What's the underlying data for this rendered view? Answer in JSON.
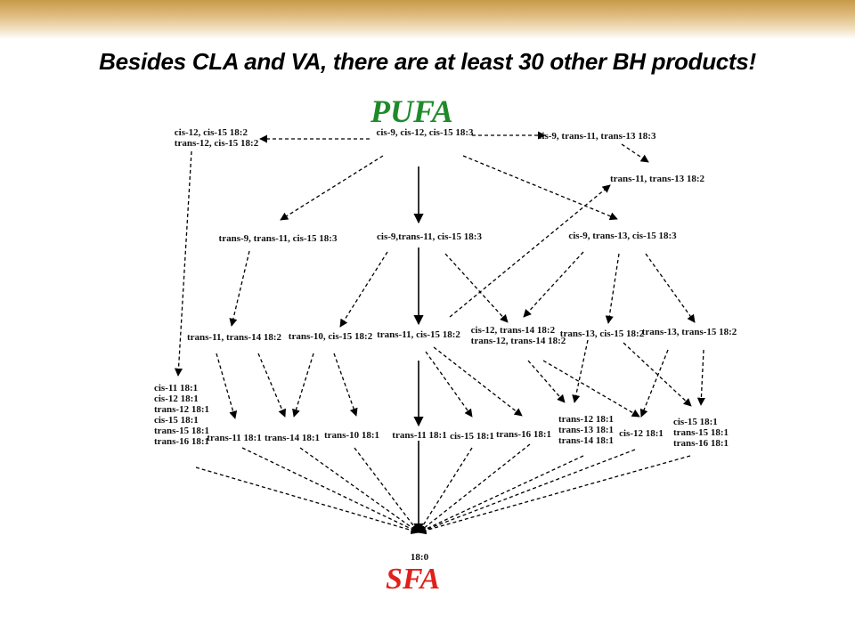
{
  "title": "Besides CLA and VA, there are at least 30 other BH products!",
  "pufa_label": "PUFA",
  "sfa_label": "SFA",
  "nodes": {
    "n_c12c15": [
      "cis-12, cis-15 18:2",
      "trans-12, cis-15 18:2"
    ],
    "n_root": [
      "cis-9, cis-12, cis-15 18:3"
    ],
    "n_c9t11t13": [
      "cis-9, trans-11, trans-13 18:3"
    ],
    "n_t11t13": [
      "trans-11, trans-13 18:2"
    ],
    "n_t9t11c15": [
      "trans-9, trans-11, cis-15 18:3"
    ],
    "n_c9t11c15": [
      "cis-9,trans-11, cis-15 18:3"
    ],
    "n_c9t13c15": [
      "cis-9, trans-13, cis-15 18:3"
    ],
    "n_t11t14": [
      "trans-11, trans-14 18:2"
    ],
    "n_t10c15": [
      "trans-10, cis-15 18:2"
    ],
    "n_t11c15": [
      "trans-11, cis-15 18:2"
    ],
    "n_c12t14": [
      "cis-12, trans-14 18:2",
      "trans-12, trans-14 18:2"
    ],
    "n_t13c15": [
      "trans-13, cis-15 18:2"
    ],
    "n_t13t15": [
      "trans-13, trans-15 18:2"
    ],
    "n_list1": [
      "cis-11 18:1",
      "cis-12 18:1",
      "trans-12 18:1",
      "cis-15 18:1",
      "trans-15 18:1",
      "trans-16 18:1"
    ],
    "n_t11a": [
      "trans-11 18:1"
    ],
    "n_t14": [
      "trans-14 18:1"
    ],
    "n_t10": [
      "trans-10 18:1"
    ],
    "n_t11b": [
      "trans-11 18:1"
    ],
    "n_c15": [
      "cis-15 18:1"
    ],
    "n_t16": [
      "trans-16 18:1"
    ],
    "n_t12grp": [
      "trans-12 18:1",
      "trans-13 18:1",
      "trans-14 18:1"
    ],
    "n_c12": [
      "cis-12 18:1"
    ],
    "n_c15grp": [
      "cis-15 18:1",
      "trans-15 18:1",
      "trans-16 18:1"
    ],
    "n_sfa": [
      "18:0"
    ]
  },
  "edges": [
    {
      "from": "n_root",
      "to": "n_c12c15",
      "style": "dashed"
    },
    {
      "from": "n_root",
      "to": "n_c9t11t13",
      "style": "dashed"
    },
    {
      "from": "n_c9t11t13",
      "to": "n_t11t13",
      "style": "dashed"
    },
    {
      "from": "n_root",
      "to": "n_t9t11c15",
      "style": "dashed"
    },
    {
      "from": "n_root",
      "to": "n_c9t11c15",
      "style": "solid"
    },
    {
      "from": "n_root",
      "to": "n_c9t13c15",
      "style": "dashed"
    },
    {
      "from": "n_c12c15",
      "to": "n_list1",
      "style": "dashed"
    },
    {
      "from": "n_t9t11c15",
      "to": "n_t11t14",
      "style": "dashed"
    },
    {
      "from": "n_c9t11c15",
      "to": "n_t10c15",
      "style": "dashed"
    },
    {
      "from": "n_c9t11c15",
      "to": "n_t11c15",
      "style": "solid"
    },
    {
      "from": "n_c9t11c15",
      "to": "n_c12t14",
      "style": "dashed"
    },
    {
      "from": "n_t11c15",
      "to": "n_t11t13",
      "style": "dashed"
    },
    {
      "from": "n_c9t13c15",
      "to": "n_c12t14",
      "style": "dashed"
    },
    {
      "from": "n_c9t13c15",
      "to": "n_t13c15",
      "style": "dashed"
    },
    {
      "from": "n_c9t13c15",
      "to": "n_t13t15",
      "style": "dashed"
    },
    {
      "from": "n_t11t14",
      "to": "n_t11a",
      "style": "dashed"
    },
    {
      "from": "n_t11t14",
      "to": "n_t14",
      "style": "dashed"
    },
    {
      "from": "n_t10c15",
      "to": "n_t14",
      "style": "dashed"
    },
    {
      "from": "n_t10c15",
      "to": "n_t10",
      "style": "dashed"
    },
    {
      "from": "n_t11c15",
      "to": "n_t11b",
      "style": "solid"
    },
    {
      "from": "n_t11c15",
      "to": "n_c15",
      "style": "dashed"
    },
    {
      "from": "n_t11c15",
      "to": "n_t16",
      "style": "dashed"
    },
    {
      "from": "n_c12t14",
      "to": "n_t12grp",
      "style": "dashed"
    },
    {
      "from": "n_c12t14",
      "to": "n_c12",
      "style": "dashed"
    },
    {
      "from": "n_t13c15",
      "to": "n_t12grp",
      "style": "dashed"
    },
    {
      "from": "n_t13c15",
      "to": "n_c15grp",
      "style": "dashed"
    },
    {
      "from": "n_t13t15",
      "to": "n_c12",
      "style": "dashed"
    },
    {
      "from": "n_t13t15",
      "to": "n_c15grp",
      "style": "dashed"
    },
    {
      "from": "n_list1",
      "to": "n_sfa",
      "style": "dashed"
    },
    {
      "from": "n_t11a",
      "to": "n_sfa",
      "style": "dashed"
    },
    {
      "from": "n_t14",
      "to": "n_sfa",
      "style": "dashed"
    },
    {
      "from": "n_t10",
      "to": "n_sfa",
      "style": "dashed"
    },
    {
      "from": "n_t11b",
      "to": "n_sfa",
      "style": "solid"
    },
    {
      "from": "n_c15",
      "to": "n_sfa",
      "style": "dashed"
    },
    {
      "from": "n_t16",
      "to": "n_sfa",
      "style": "dashed"
    },
    {
      "from": "n_t12grp",
      "to": "n_sfa",
      "style": "dashed"
    },
    {
      "from": "n_c12",
      "to": "n_sfa",
      "style": "dashed"
    },
    {
      "from": "n_c15grp",
      "to": "n_sfa",
      "style": "dashed"
    }
  ]
}
